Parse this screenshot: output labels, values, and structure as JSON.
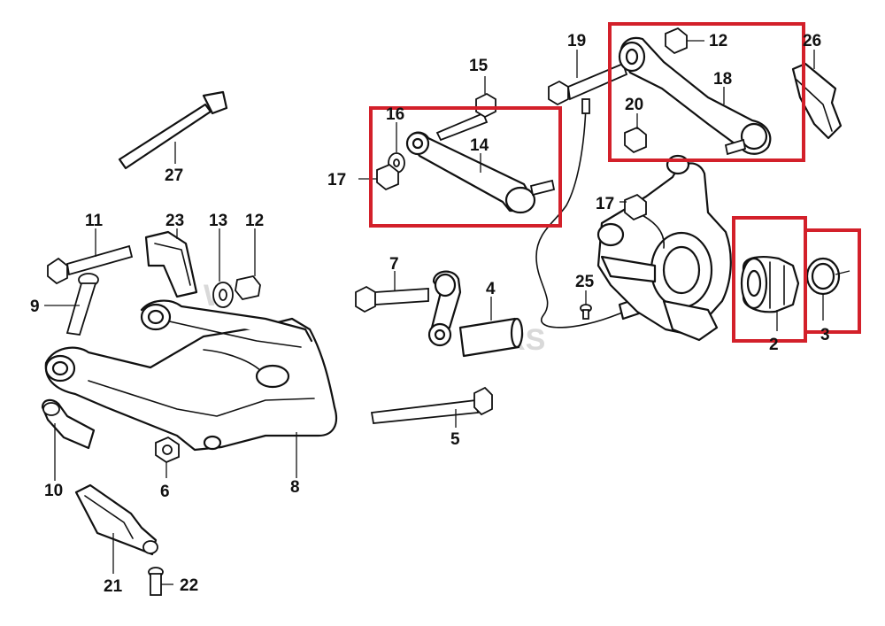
{
  "diagram": {
    "callouts": [
      "2",
      "3",
      "4",
      "5",
      "6",
      "7",
      "8",
      "9",
      "10",
      "11",
      "12",
      "12",
      "13",
      "14",
      "15",
      "16",
      "17",
      "17",
      "18",
      "19",
      "20",
      "21",
      "22",
      "23",
      "25",
      "26",
      "27"
    ],
    "highlight_color": "#d3202a",
    "line_color": "#111111",
    "background": "#ffffff"
  }
}
